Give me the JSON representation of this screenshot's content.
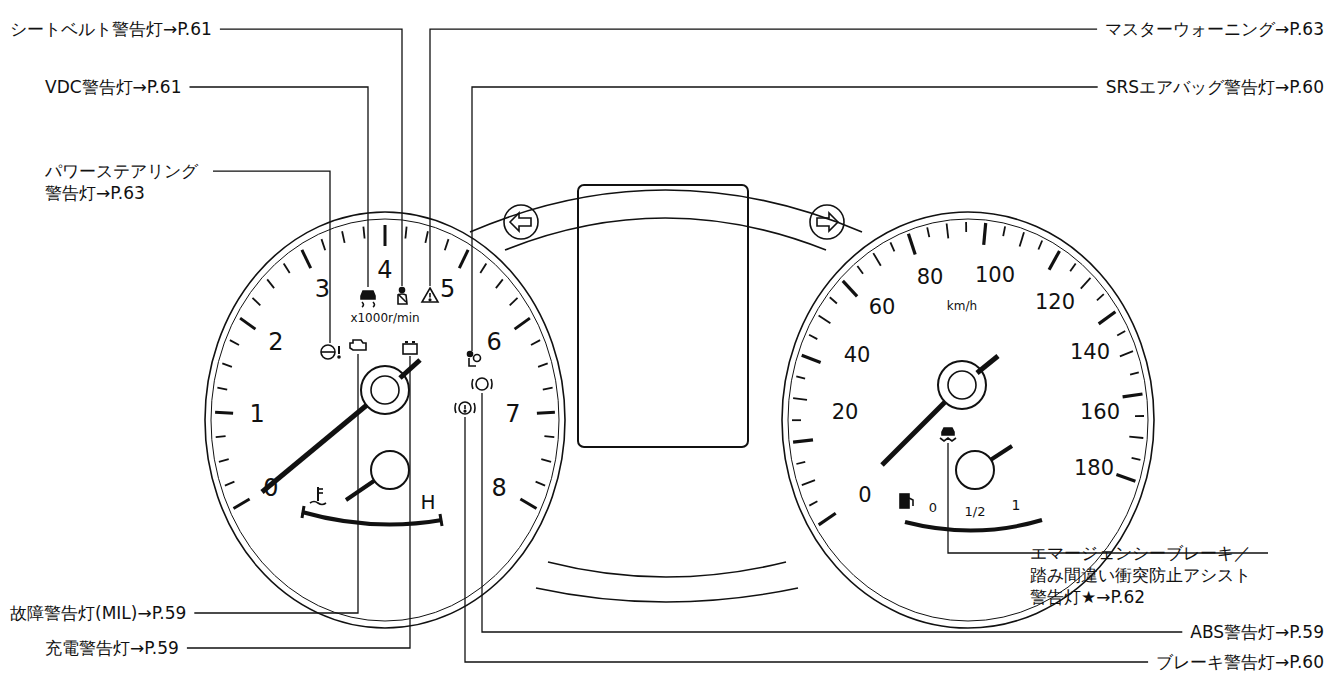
{
  "diagram": {
    "labels": [
      "シートベルト警告灯→P.61",
      "VDC警告灯→P.61",
      "パワーステアリング 警告灯→P.63",
      "故障警告灯(MIL)→P.59",
      "充電警告灯→P.59",
      "マスターウォーニング→P.63",
      "SRSエアバッグ警告灯→P.60",
      "エマージェンシーブレーキ／ 踏み間違い衝突防止アシスト 警告灯★→P.62",
      "ABS警告灯→P.59",
      "ブレーキ警告灯→P.60",
      "0",
      "1",
      "2",
      "3",
      "4",
      "5",
      "6",
      "7",
      "8",
      "x1000r/min",
      "H",
      "0",
      "20",
      "40",
      "60",
      "80",
      "100",
      "120",
      "140",
      "160",
      "180",
      "km/h",
      "0",
      "1/2",
      "1"
    ]
  }
}
